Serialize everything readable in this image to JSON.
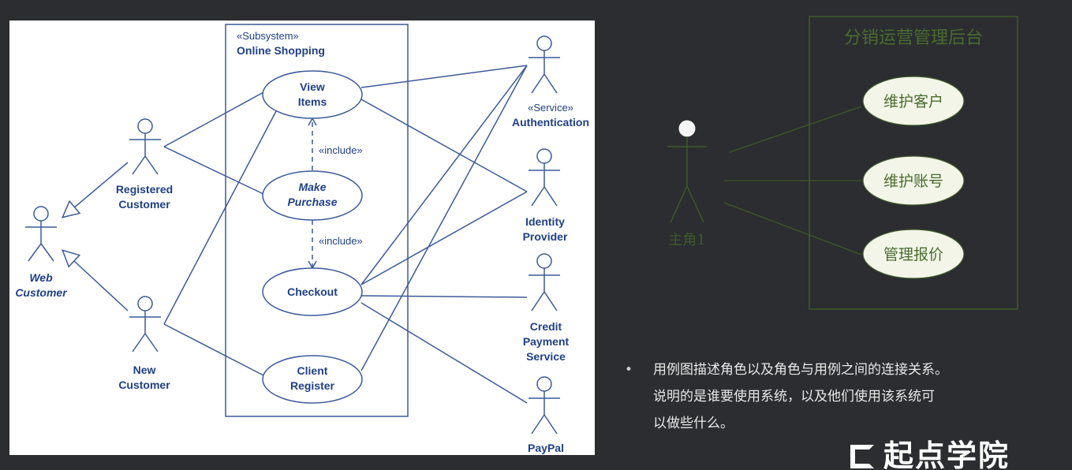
{
  "uml": {
    "subsystem_stereotype": "«Subsystem»",
    "subsystem_name": "Online Shopping",
    "use_cases": {
      "view_items": [
        "View",
        "Items"
      ],
      "make_purchase": [
        "Make",
        "Purchase"
      ],
      "checkout": [
        "Checkout"
      ],
      "client_register": [
        "Client",
        "Register"
      ]
    },
    "include_label_1": "«include»",
    "include_label_2": "«include»",
    "actors": {
      "web_customer": [
        "Web",
        "Customer"
      ],
      "registered_customer": [
        "Registered",
        "Customer"
      ],
      "new_customer": [
        "New",
        "Customer"
      ],
      "authentication": [
        "«Service»",
        "Authentication"
      ],
      "identity_provider": [
        "Identity",
        "Provider"
      ],
      "credit_payment": [
        "Credit",
        "Payment",
        "Service"
      ],
      "paypal": [
        "PayPal"
      ]
    }
  },
  "right_diagram": {
    "system_title": "分销运营管理后台",
    "actor_label": "主角1",
    "use_cases": [
      "维护客户",
      "维护账号",
      "管理报价"
    ]
  },
  "notes": {
    "line1": "用例图描述角色以及角色与用例之间的连接关系。",
    "line2": "说明的是谁要使用系统，以及他们使用该系统可",
    "line3": "以做些什么。"
  },
  "logo": {
    "text": "起点学院"
  },
  "colors": {
    "uml_line": "#3c5a99",
    "uml_text": "#1f3f86",
    "right_green": "#3f5a2a",
    "background": "#2b2d31"
  }
}
